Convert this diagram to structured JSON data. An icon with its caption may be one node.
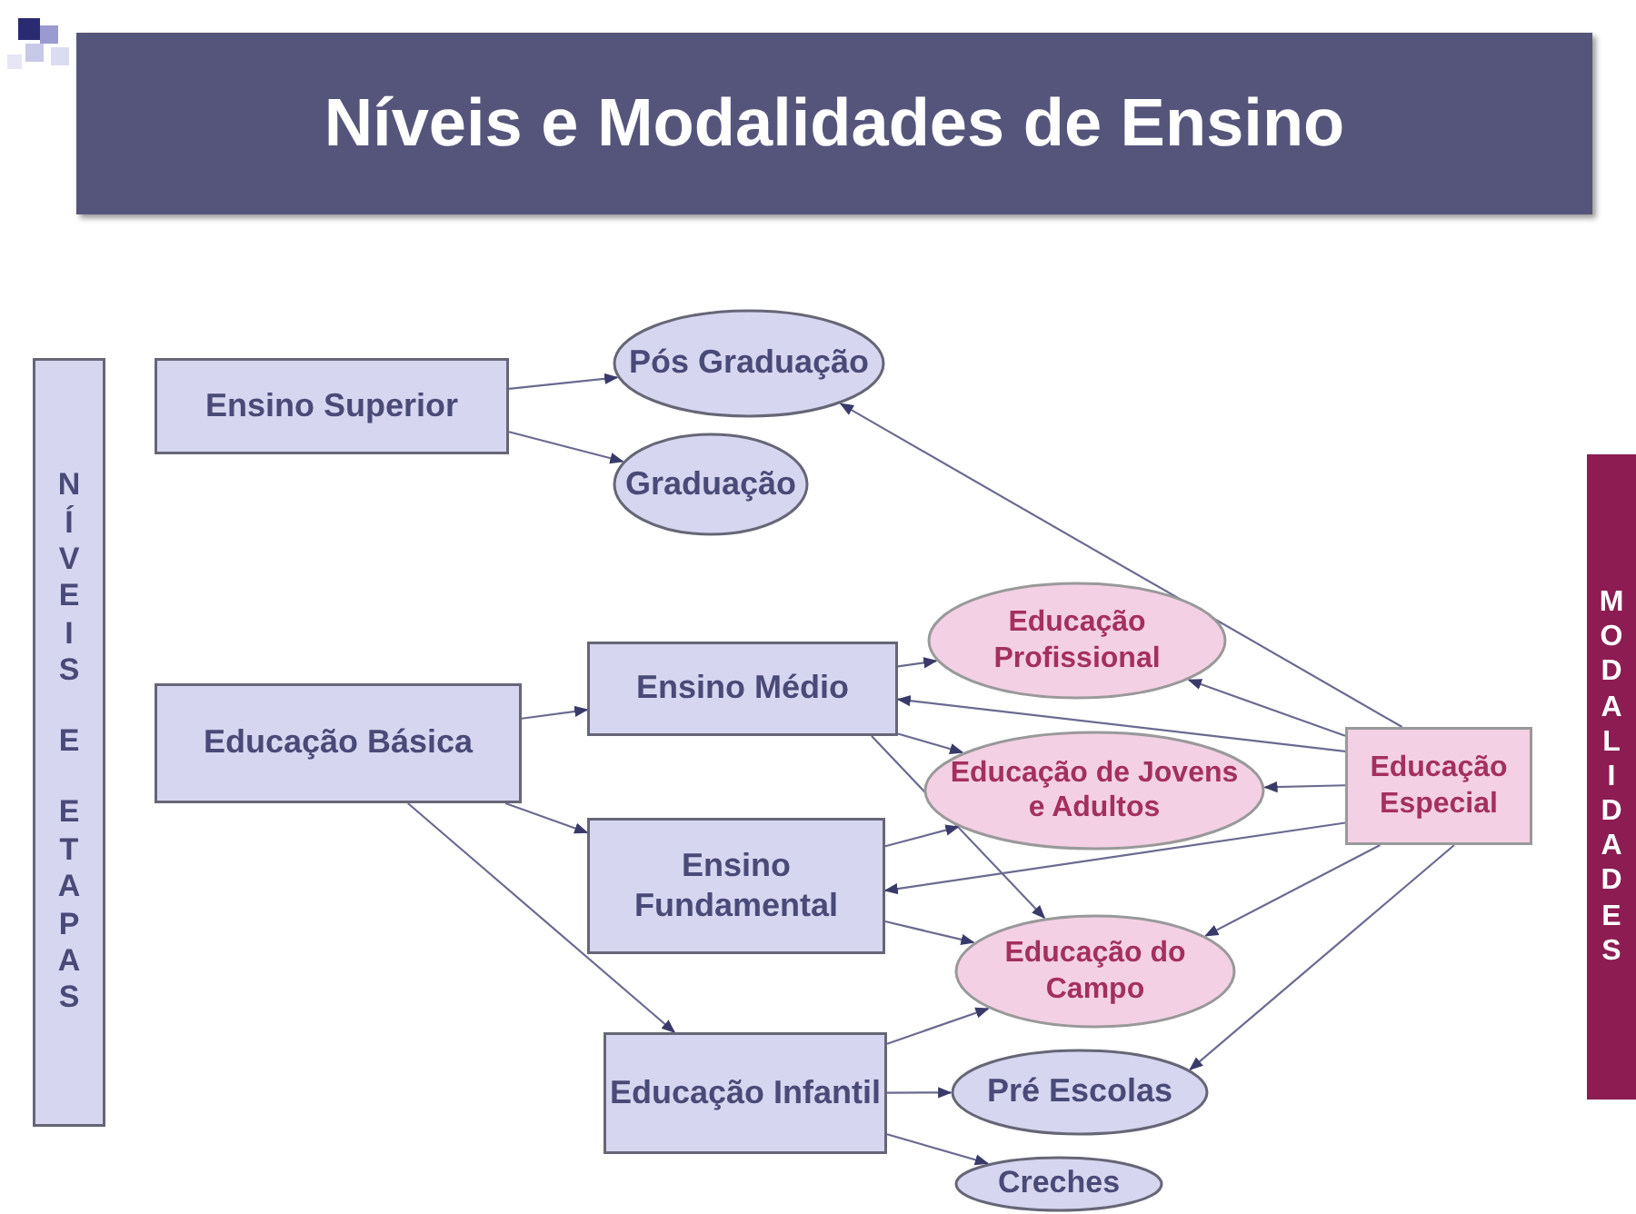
{
  "diagram": {
    "title": "Níveis e Modalidades de Ensino",
    "nodes": [
      {
        "text": [
          "NÍVEIS E ETAPAS"
        ]
      },
      {
        "text": [
          "Ensino Superior"
        ]
      },
      {
        "text": [
          "Pós Graduação"
        ]
      },
      {
        "text": [
          "Graduação"
        ]
      },
      {
        "text": [
          "Educação Básica"
        ]
      },
      {
        "text": [
          "Ensino Médio"
        ]
      },
      {
        "text": [
          "Educação Profissional"
        ]
      },
      {
        "text": [
          "Educação de Jovens e Adultos"
        ]
      },
      {
        "text": [
          "Ensino Fundamental"
        ]
      },
      {
        "text": [
          "Educação Especial"
        ]
      },
      {
        "text": [
          "Educação do Campo"
        ]
      },
      {
        "text": [
          "Educação Infantil"
        ]
      },
      {
        "text": [
          "Pré Escolas"
        ]
      },
      {
        "text": [
          "Creches"
        ]
      },
      {
        "text": [
          "MODALIDADES"
        ]
      }
    ],
    "edges": [
      {
        "from": 1,
        "to": 2,
        "arrow": "to"
      },
      {
        "from": 1,
        "to": 3,
        "arrow": "to"
      },
      {
        "from": 4,
        "to": 5,
        "arrow": "to"
      },
      {
        "from": 4,
        "to": 8,
        "arrow": "to"
      },
      {
        "from": 4,
        "to": 11,
        "arrow": "to"
      },
      {
        "from": 5,
        "to": 6,
        "arrow": "to"
      },
      {
        "from": 5,
        "to": 7,
        "arrow": "to"
      },
      {
        "from": 5,
        "to": 10,
        "arrow": "to"
      },
      {
        "from": 8,
        "to": 7,
        "arrow": "to"
      },
      {
        "from": 8,
        "to": 10,
        "arrow": "to"
      },
      {
        "from": 11,
        "to": 10,
        "arrow": "to"
      },
      {
        "from": 11,
        "to": 12,
        "arrow": "to"
      },
      {
        "from": 11,
        "to": 13,
        "arrow": "to"
      },
      {
        "from": 9,
        "to": 2,
        "arrow": "to"
      },
      {
        "from": 9,
        "to": 6,
        "arrow": "to"
      },
      {
        "from": 9,
        "to": 5,
        "arrow": "to"
      },
      {
        "from": 9,
        "to": 7,
        "arrow": "to"
      },
      {
        "from": 9,
        "to": 8,
        "arrow": "to"
      },
      {
        "from": 9,
        "to": 10,
        "arrow": "to"
      },
      {
        "from": 9,
        "to": 12,
        "arrow": "to"
      }
    ]
  }
}
